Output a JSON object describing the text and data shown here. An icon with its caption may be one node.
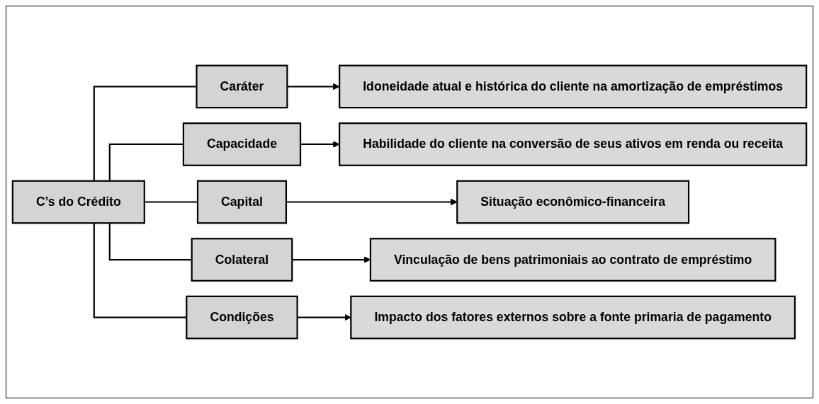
{
  "diagram": {
    "nodes": [
      {
        "text": [
          "C’s do Crédito"
        ]
      },
      {
        "text": [
          "Caráter"
        ]
      },
      {
        "text": [
          "Idoneidade atual e histórica do cliente na amortização de empréstimos"
        ]
      },
      {
        "text": [
          "Capacidade"
        ]
      },
      {
        "text": [
          "Habilidade do cliente na conversão de seus ativos em renda ou receita"
        ]
      },
      {
        "text": [
          "Capital"
        ]
      },
      {
        "text": [
          "Situação econômico-financeira"
        ]
      },
      {
        "text": [
          "Colateral"
        ]
      },
      {
        "text": [
          "Vinculação de bens patrimoniais ao contrato de empréstimo"
        ]
      },
      {
        "text": [
          "Condições"
        ]
      },
      {
        "text": [
          "Impacto dos fatores externos sobre a fonte primaria de pagamento"
        ]
      }
    ],
    "edges": [
      {
        "from": 0,
        "to": 1,
        "arrow": "none"
      },
      {
        "from": 0,
        "to": 3,
        "arrow": "none"
      },
      {
        "from": 0,
        "to": 5,
        "arrow": "none"
      },
      {
        "from": 0,
        "to": 7,
        "arrow": "none"
      },
      {
        "from": 0,
        "to": 9,
        "arrow": "none"
      },
      {
        "from": 1,
        "to": 2,
        "arrow": "to"
      },
      {
        "from": 3,
        "to": 4,
        "arrow": "to"
      },
      {
        "from": 5,
        "to": 6,
        "arrow": "to"
      },
      {
        "from": 7,
        "to": 8,
        "arrow": "to"
      },
      {
        "from": 9,
        "to": 10,
        "arrow": "to"
      }
    ]
  }
}
